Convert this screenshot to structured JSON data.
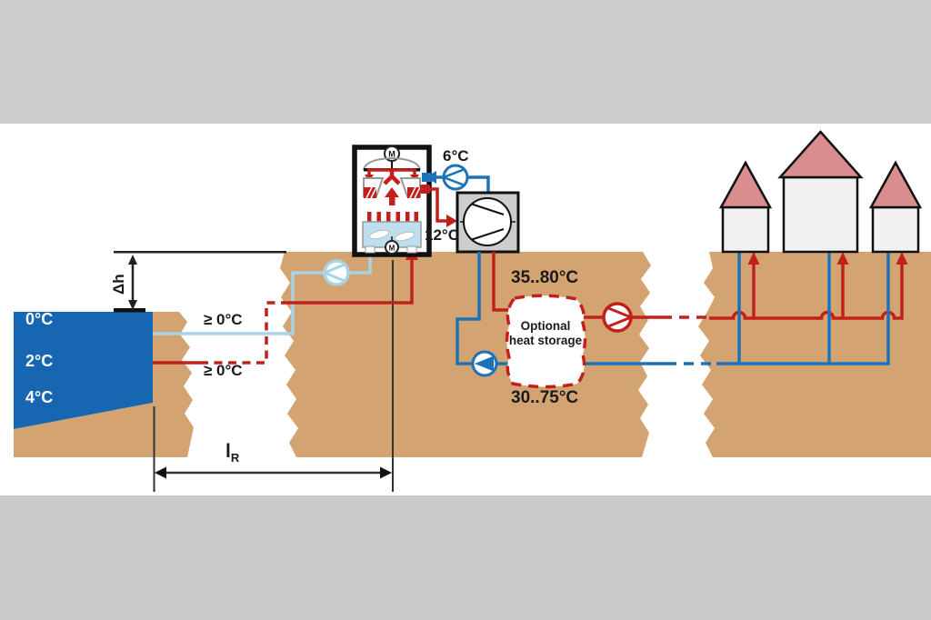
{
  "colors": {
    "top_band": "#cccccc",
    "bottom_band": "#c9c9c9",
    "ground": "#d3a471",
    "water": "#1766b2",
    "pipe_red": "#c2201d",
    "pipe_blue": "#1c73b9",
    "pipe_pale_blue": "#a8d4e6",
    "roof_pink": "#d98d8f",
    "house_body": "#f1f1f1",
    "heat_pump_box": "#cdcdcd"
  },
  "lake": {
    "temp_labels": [
      "0°C",
      "2°C",
      "4°C"
    ]
  },
  "annotations": {
    "height_label": "Δh",
    "length_symbol": "l",
    "length_subscript": "R",
    "source_supply_label": "≥ 0°C",
    "source_return_label": "≥ 0°C"
  },
  "heat_exchanger_unit": {
    "motor_top": "M",
    "motor_bottom": "M",
    "cold_inlet_label": "6°C",
    "warm_outlet_label": "12°C"
  },
  "district_network": {
    "supply_range": "35..80°C",
    "return_range": "30..75°C"
  },
  "storage": {
    "line1": "Optional",
    "line2": "heat storage"
  }
}
